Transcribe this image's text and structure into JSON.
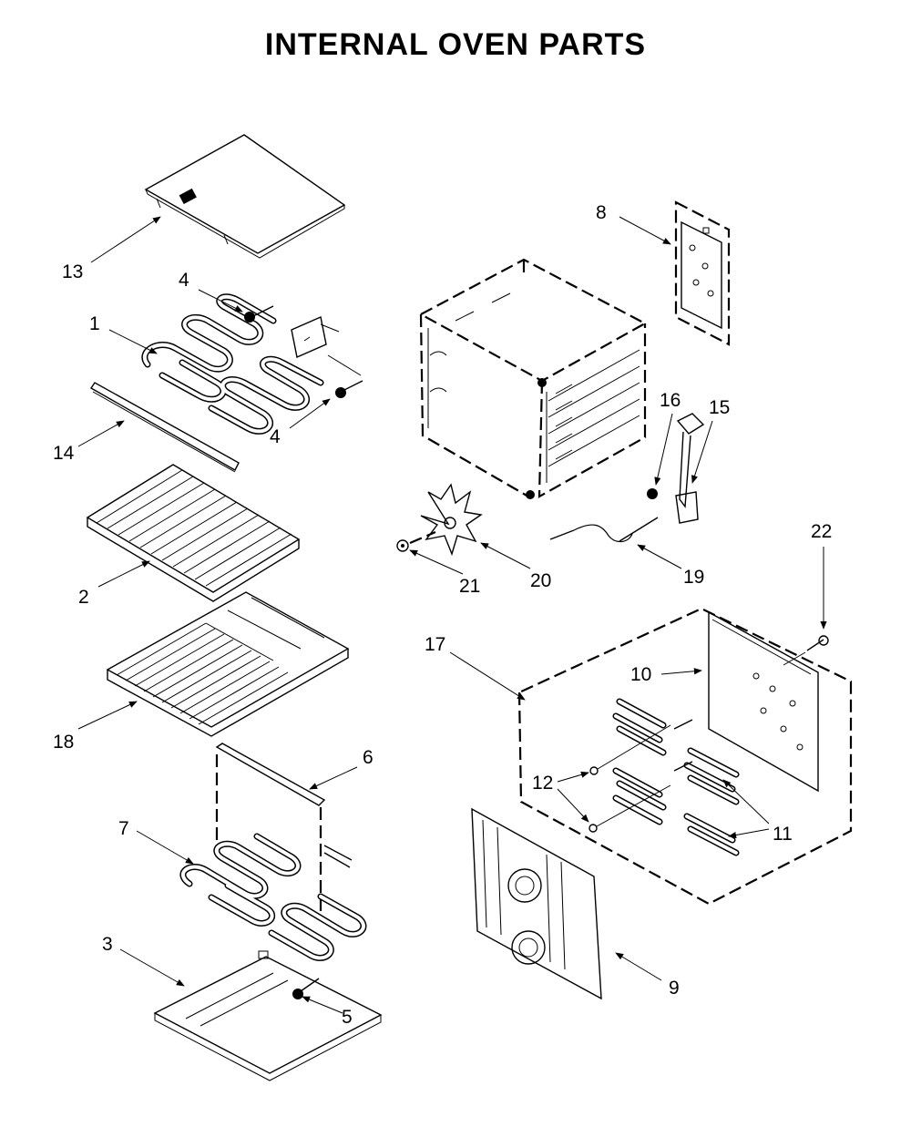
{
  "title": "INTERNAL OVEN PARTS",
  "callouts": {
    "c1": "1",
    "c2": "2",
    "c3": "3",
    "c4a": "4",
    "c4b": "4",
    "c5": "5",
    "c6": "6",
    "c7": "7",
    "c8": "8",
    "c9": "9",
    "c10": "10",
    "c11": "11",
    "c12": "12",
    "c13": "13",
    "c14": "14",
    "c15": "15",
    "c16": "16",
    "c17": "17",
    "c18": "18",
    "c19": "19",
    "c20": "20",
    "c21": "21",
    "c22": "22"
  }
}
